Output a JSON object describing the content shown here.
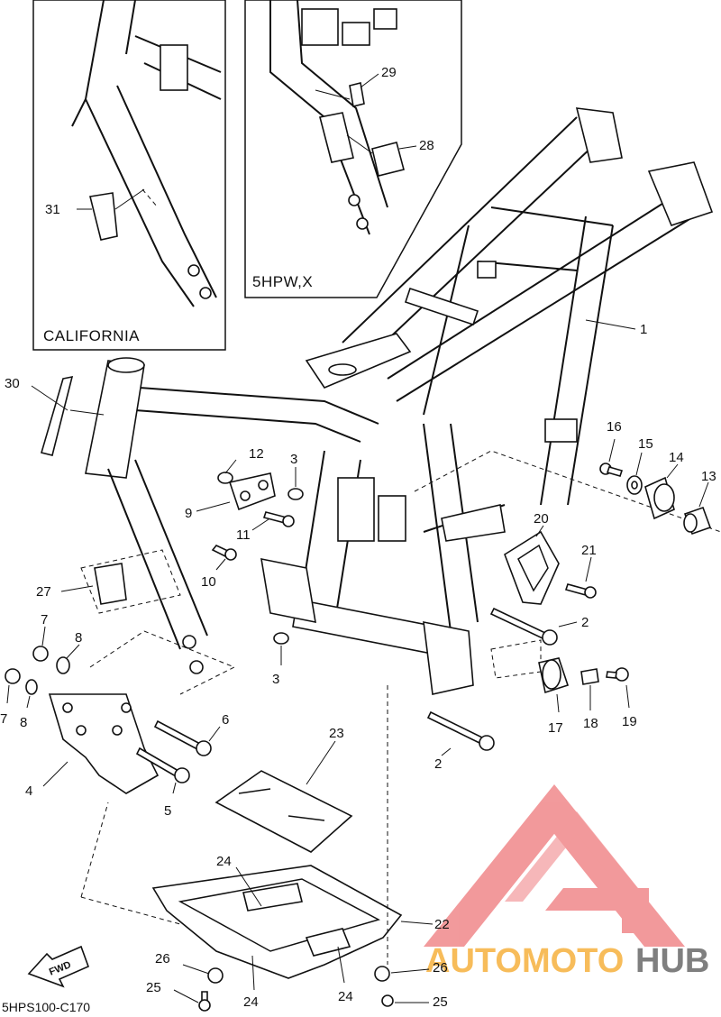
{
  "diagram": {
    "insets": [
      {
        "label": "CALIFORNIA",
        "part_number": "31"
      },
      {
        "label": "5HPW,X",
        "part_numbers": [
          "29",
          "28"
        ]
      }
    ],
    "code": "5HPS100-C170",
    "fwd": "FWD",
    "parts": {
      "p1": "1",
      "p2a": "2",
      "p2b": "2",
      "p3a": "3",
      "p3b": "3",
      "p4": "4",
      "p5": "5",
      "p6": "6",
      "p7a": "7",
      "p7b": "7",
      "p8a": "8",
      "p8b": "8",
      "p9": "9",
      "p10": "10",
      "p11": "11",
      "p12": "12",
      "p13": "13",
      "p14": "14",
      "p15": "15",
      "p16": "16",
      "p17": "17",
      "p18": "18",
      "p19": "19",
      "p20": "20",
      "p21": "21",
      "p22": "22",
      "p23": "23",
      "p24a": "24",
      "p24b": "24",
      "p24c": "24",
      "p25a": "25",
      "p25b": "25",
      "p26a": "26",
      "p26b": "26",
      "p27": "27",
      "p30": "30"
    },
    "watermark": {
      "part1": "AUTOMOTO",
      "part2": "HUB",
      "color1": "#f5a623",
      "color2": "#555555",
      "logo_color": "#e8474a"
    }
  }
}
